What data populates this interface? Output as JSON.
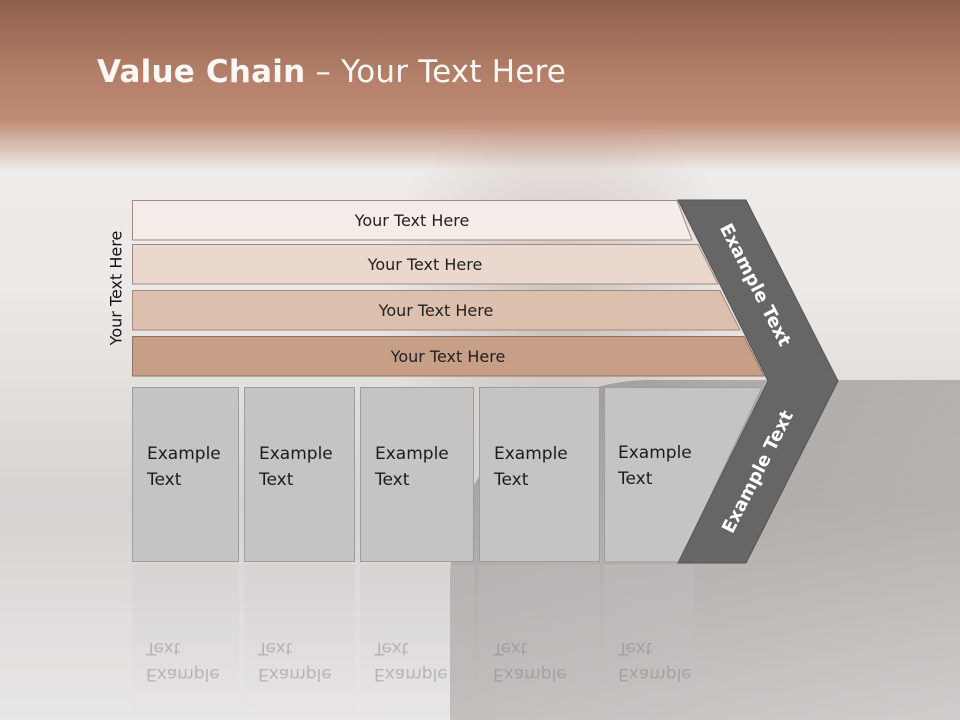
{
  "slide": {
    "title_bold": "Value Chain",
    "title_rest": " – Your Text Here",
    "vertical_label": "Your Text Here"
  },
  "rows": [
    {
      "label": "Your Text Here",
      "color": "#f3ece8"
    },
    {
      "label": "Your Text Here",
      "color": "#ead7cd"
    },
    {
      "label": "Your Text Here",
      "color": "#ddbfae"
    },
    {
      "label": "Your Text Here",
      "color": "#c79e86"
    }
  ],
  "boxes": [
    {
      "line1": "Example",
      "line2": "Text"
    },
    {
      "line1": "Example",
      "line2": "Text"
    },
    {
      "line1": "Example",
      "line2": "Text"
    },
    {
      "line1": "Example",
      "line2": "Text"
    },
    {
      "line1": "Example",
      "line2": "Text"
    }
  ],
  "chevron": {
    "upper_label": "Example Text",
    "lower_label": "Example Text",
    "color": "#666666"
  }
}
